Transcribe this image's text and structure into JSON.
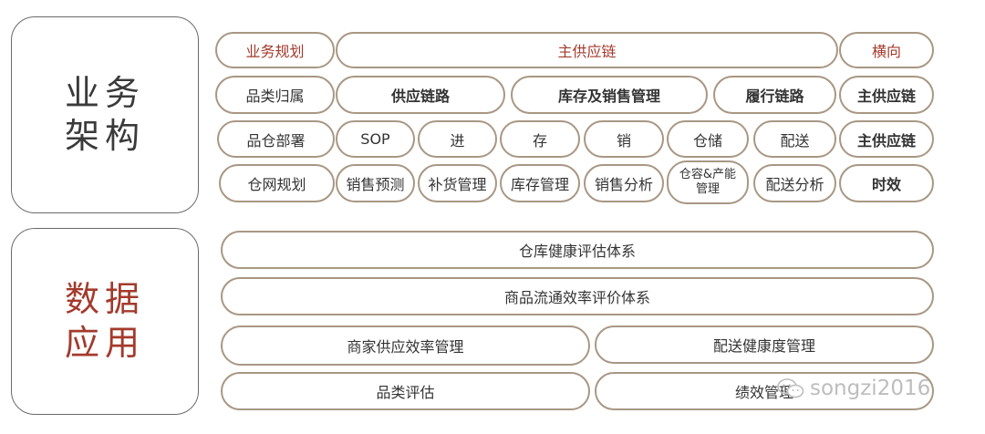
{
  "sections": {
    "business": [
      "业务",
      "架构"
    ],
    "data": [
      "数据",
      "应用"
    ]
  },
  "rows": {
    "r1": [
      "业务规划",
      "主供应链",
      "横向"
    ],
    "r2": [
      "品类归属",
      "供应链路",
      "库存及销售管理",
      "履行链路",
      "主供应链"
    ],
    "r3": [
      "品仓部署",
      "SOP",
      "进",
      "存",
      "销",
      "仓储",
      "配送",
      "主供应链"
    ],
    "r4": [
      "仓网规划",
      "销售预测",
      "补货管理",
      "库存管理",
      "销售分析",
      "仓容&产能管理",
      "配送分析",
      "时效"
    ]
  },
  "apps": {
    "a1": "仓库健康评估体系",
    "a2": "商品流通效率评价体系",
    "a3": "商家供应效率管理",
    "a4": "配送健康度管理",
    "a5": "品类评估",
    "a6": "绩效管理"
  },
  "watermark": "songzi2016",
  "colors": {
    "accent": "#a33a2c",
    "border": "#a89783"
  }
}
